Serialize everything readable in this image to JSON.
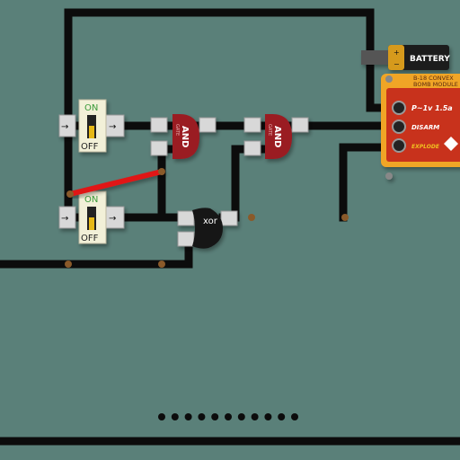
{
  "battery": {
    "label": "BATTERY",
    "plus": "+",
    "minus": "−"
  },
  "bomb_module": {
    "title_line1": "B-18 CONVEX",
    "title_line2": "BOMB MODULE",
    "rows": [
      "P~1v 1.5a",
      "DISARM",
      "EXPLODE"
    ]
  },
  "switches": [
    {
      "on_label": "ON",
      "off_label": "OFF"
    },
    {
      "on_label": "ON",
      "off_label": "OFF"
    }
  ],
  "gates": [
    {
      "type": "AND",
      "sub": "GATE"
    },
    {
      "type": "AND",
      "sub": "GATE"
    },
    {
      "type": "xor"
    }
  ],
  "pager": {
    "dots": 11
  },
  "colors": {
    "background": "#5a8079",
    "wire": "#0c0c0c",
    "jumper": "#e01414",
    "gate_and": "#9a1a22",
    "gate_xor": "#151515",
    "module_body": "#c8321e",
    "module_frame": "#f0a528",
    "battery": "#d69a1c"
  }
}
